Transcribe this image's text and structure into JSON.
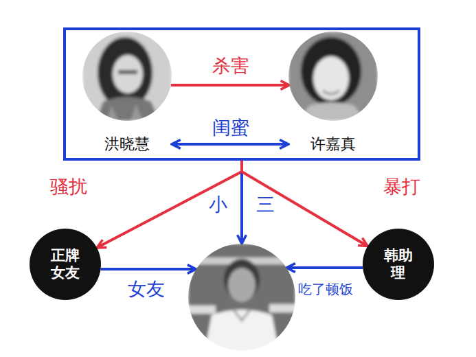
{
  "diagram": {
    "nodes": [
      {
        "text": []
      },
      {
        "text": [
          "洪晓慧"
        ],
        "in": 0
      },
      {
        "text": [
          "许嘉真"
        ],
        "in": 0
      },
      {
        "text": [
          "正牌 女友"
        ]
      },
      {
        "text": []
      },
      {
        "text": [
          "韩助理"
        ]
      }
    ],
    "edges": [
      {
        "from": 1,
        "to": 2,
        "label": "杀害",
        "arrow": "to"
      },
      {
        "from": 1,
        "to": 2,
        "label": "闺蜜",
        "arrow": "both"
      },
      {
        "from": 0,
        "to": 3,
        "label": "骚扰",
        "arrow": "to"
      },
      {
        "from": 0,
        "to": 4,
        "label": "小三",
        "arrow": "to"
      },
      {
        "from": 0,
        "to": 5,
        "label": "暴打",
        "arrow": "to"
      },
      {
        "from": 3,
        "to": 4,
        "label": "女友",
        "arrow": "to"
      },
      {
        "from": 5,
        "to": 4,
        "label": "吃了顿饭",
        "arrow": "to"
      }
    ]
  }
}
